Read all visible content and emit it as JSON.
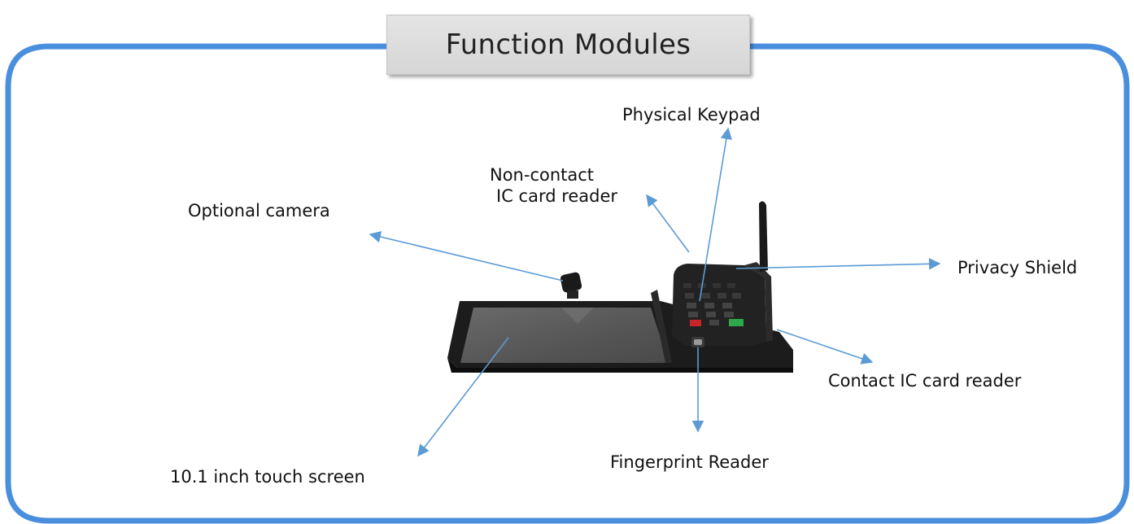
{
  "title": "Function Modules",
  "accent_color": "#4a8fde",
  "arrow_color": "#5b9bd5",
  "device": {
    "body_color": "#1c1c1c",
    "screen_color": "#5a5a5a",
    "key_green": "#2ea84a",
    "key_red": "#c8242c"
  },
  "labels": {
    "physical_keypad": "Physical Keypad",
    "noncontact_line1": "Non-contact",
    "noncontact_line2": "IC card reader",
    "optional_camera": "Optional camera",
    "privacy_shield": "Privacy Shield",
    "contact_ic": "Contact IC card reader",
    "fingerprint": "Fingerprint Reader",
    "touch_screen": "10.1 inch touch screen"
  }
}
